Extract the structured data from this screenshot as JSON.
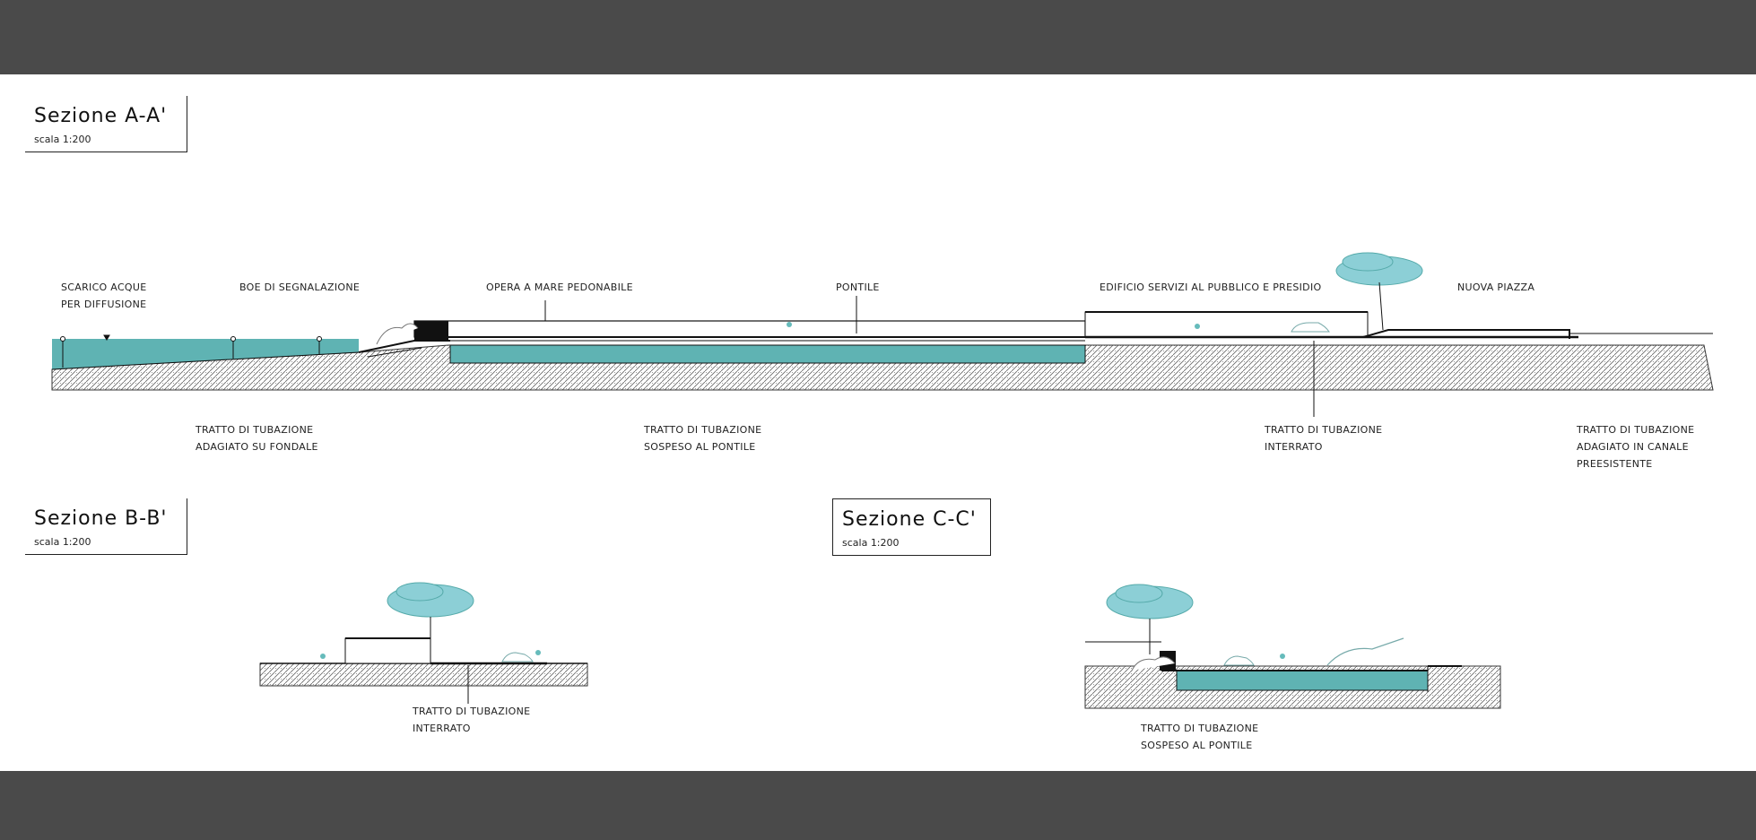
{
  "colors": {
    "water": "#5fb3b3",
    "soil_hatch": "#555555",
    "tree": "#8ccfd6",
    "line": "#111111",
    "frame": "#4a4a4a"
  },
  "sections": {
    "a": {
      "title": "Sezione A-A'",
      "scale": "scala 1:200"
    },
    "b": {
      "title": "Sezione B-B'",
      "scale": "scala 1:200"
    },
    "c": {
      "title": "Sezione C-C'",
      "scale": "scala 1:200"
    }
  },
  "labels_a": {
    "scarico_1": "SCARICO ACQUE",
    "scarico_2": "PER DIFFUSIONE",
    "boe": "BOE DI SEGNALAZIONE",
    "opera": "OPERA A MARE PEDONABILE",
    "pontile": "PONTILE",
    "edificio": "EDIFICIO SERVIZI AL PUBBLICO E PRESIDIO",
    "piazza": "NUOVA PIAZZA",
    "fondale_1": "TRATTO DI TUBAZIONE",
    "fondale_2": "ADAGIATO SU FONDALE",
    "sospeso_1": "TRATTO DI TUBAZIONE",
    "sospeso_2": "SOSPESO AL PONTILE",
    "interrato_1": "TRATTO DI TUBAZIONE",
    "interrato_2": "INTERRATO",
    "canale_1": "TRATTO DI TUBAZIONE",
    "canale_2": "ADAGIATO IN CANALE",
    "canale_3": "PREESISTENTE"
  },
  "labels_b": {
    "interrato_1": "TRATTO DI TUBAZIONE",
    "interrato_2": "INTERRATO"
  },
  "labels_c": {
    "sospeso_1": "TRATTO DI TUBAZIONE",
    "sospeso_2": "SOSPESO AL PONTILE"
  }
}
